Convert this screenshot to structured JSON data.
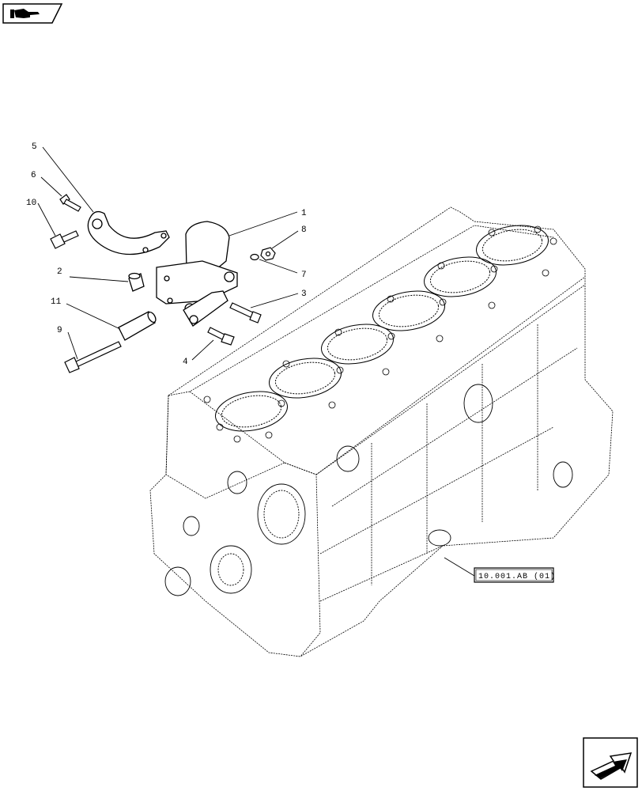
{
  "nav": {
    "back_icon": "hand-pointer-icon",
    "next_icon": "forward-arrow-icon"
  },
  "callouts": [
    "1",
    "2",
    "3",
    "4",
    "5",
    "6",
    "7",
    "8",
    "9",
    "10",
    "11"
  ],
  "reference": {
    "label": "10.001.AB (01)"
  }
}
